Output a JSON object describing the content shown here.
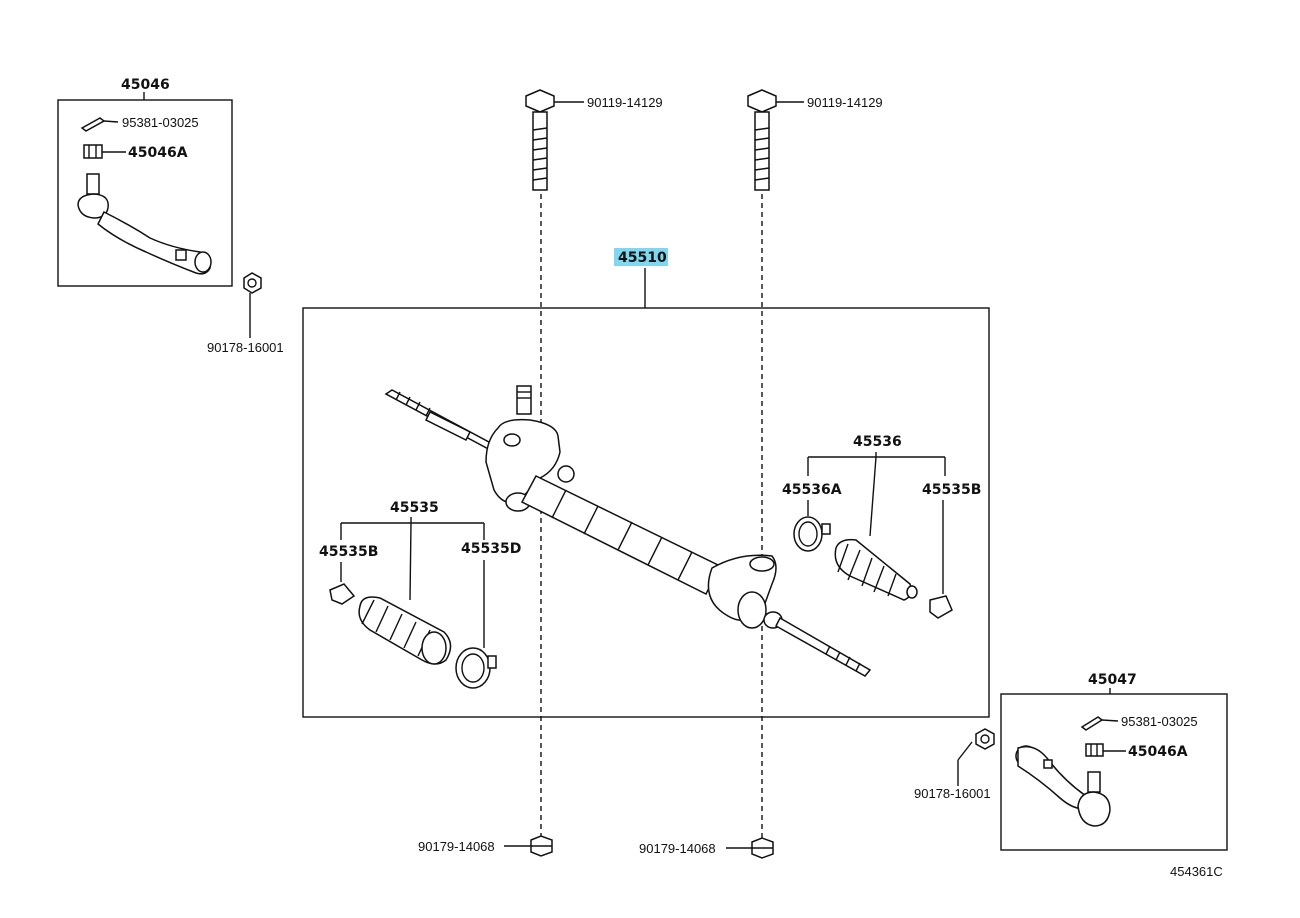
{
  "labels": {
    "tie_rod_end_left": "45046",
    "tie_rod_end_right": "45047",
    "cotter_pin_left": "95381-03025",
    "cotter_pin_right": "95381-03025",
    "nut_left": "45046A",
    "nut_right": "45046A",
    "nut_outer_left": "90178-16001",
    "nut_outer_right": "90178-16001",
    "bolt_left": "90119-14129",
    "bolt_right": "90119-14129",
    "gear_assembly": "45510",
    "boot_kit_right": "45536",
    "clamp_right_a": "45536A",
    "clip_right_b": "45535B",
    "boot_kit_left": "45535",
    "clip_left_b": "45535B",
    "clamp_left_d": "45535D",
    "nut_bottom_left": "90179-14068",
    "nut_bottom_right": "90179-14068",
    "diagram_code": "454361C"
  },
  "highlight_color": "#7fd8f0"
}
